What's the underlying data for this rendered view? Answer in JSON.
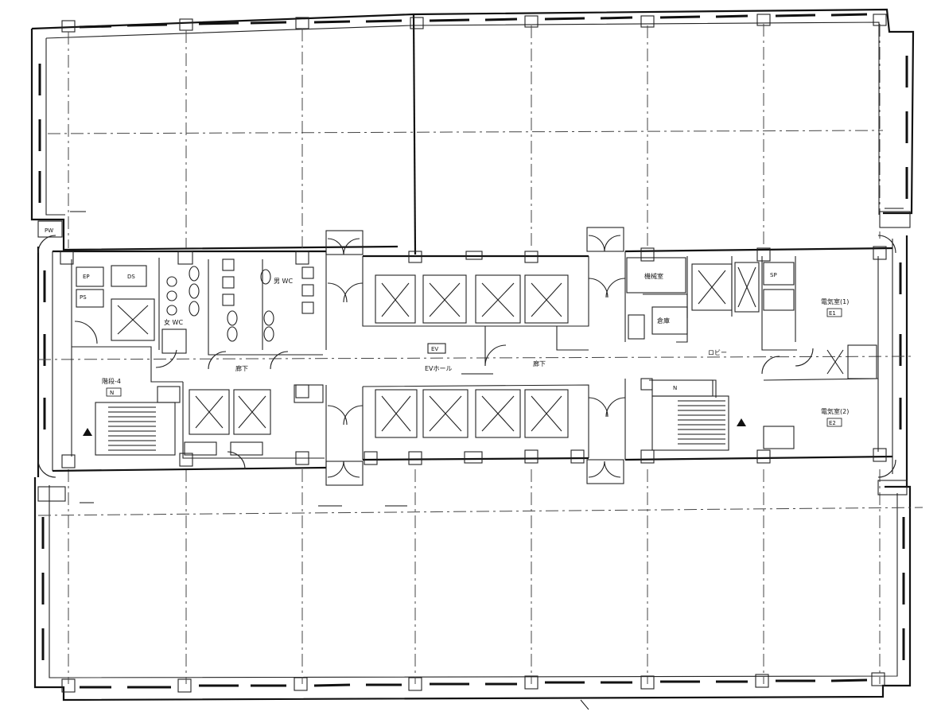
{
  "plan": {
    "labels": {
      "stair_west": "階段-4",
      "stair_west_tag": "N",
      "stair_east_tag": "N",
      "toilet_m": "男 WC",
      "toilet_f": "女 WC",
      "ps": "PS",
      "ep": "EP",
      "ds": "DS",
      "ev_hall": "EVホール",
      "ev_hall_tag": "EV",
      "corridor_w": "廊下",
      "corridor_e": "廊下",
      "lobby": "ロビー",
      "storage": "倉庫",
      "mech": "機械室",
      "elec1": "電気室(1)",
      "elec1_tag": "E1",
      "elec2": "電気室(2)",
      "elec2_tag": "E2",
      "sp": "SP",
      "pw": "PW"
    },
    "colors": {
      "line": "#111111",
      "background": "#ffffff"
    }
  }
}
